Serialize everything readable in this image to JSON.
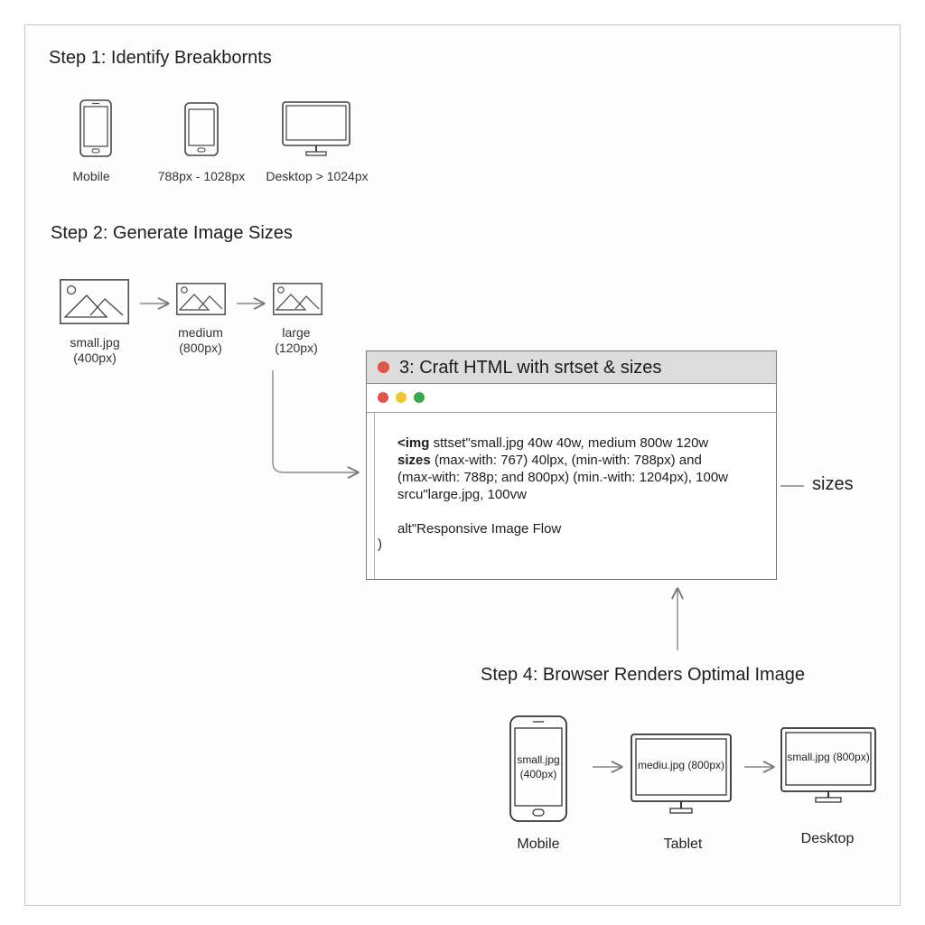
{
  "step1": {
    "title": "Step 1: Identify Breakbornts",
    "devices": [
      {
        "icon": "mobile-phone-icon",
        "label": "Mobile"
      },
      {
        "icon": "tablet-icon",
        "label": "788px - 1028px"
      },
      {
        "icon": "desktop-monitor-icon",
        "label": "Desktop > 1024px"
      }
    ]
  },
  "step2": {
    "title": "Step 2: Generate Image Sizes",
    "images": [
      {
        "icon": "image-icon",
        "name": "small.jpg",
        "size": "(400px)"
      },
      {
        "icon": "image-icon",
        "name": "medium",
        "size": "(800px)"
      },
      {
        "icon": "image-icon",
        "name": "large",
        "size": "(120px)"
      }
    ]
  },
  "step3": {
    "title": "3: Craft HTML with srtset & sizes",
    "code": {
      "line1_tag": "<img",
      "line1_rest": " sttset\"small.jpg 40w 40w, medium 800w 120w",
      "line2_kw": "sizes",
      "line2_rest": " (max-with: 767) 40lpx, (min-with: 788px) and",
      "line3": "(max-with: 788p; and 800px)  (min.-with: 1204px), 100w",
      "line4": "srcu\"large.jpg, 100vw",
      "line5": "alt\"Responsive Image Flow",
      "closing": ")"
    },
    "callout": "sizes",
    "colors": {
      "red": "#e0544c",
      "yellow": "#f2c631",
      "green": "#3aa84b"
    }
  },
  "step4": {
    "title": "Step 4: Browser Renders Optimal Image",
    "devices": [
      {
        "icon": "mobile-phone-icon",
        "screen_line1": "small.jpg",
        "screen_line2": "(400px)",
        "label": "Mobile"
      },
      {
        "icon": "tablet-icon",
        "screen_line1": "mediu.jpg (800px)",
        "label": "Tablet"
      },
      {
        "icon": "desktop-monitor-icon",
        "screen_line1": "small.jpg (800px)",
        "label": "Desktop"
      }
    ]
  }
}
